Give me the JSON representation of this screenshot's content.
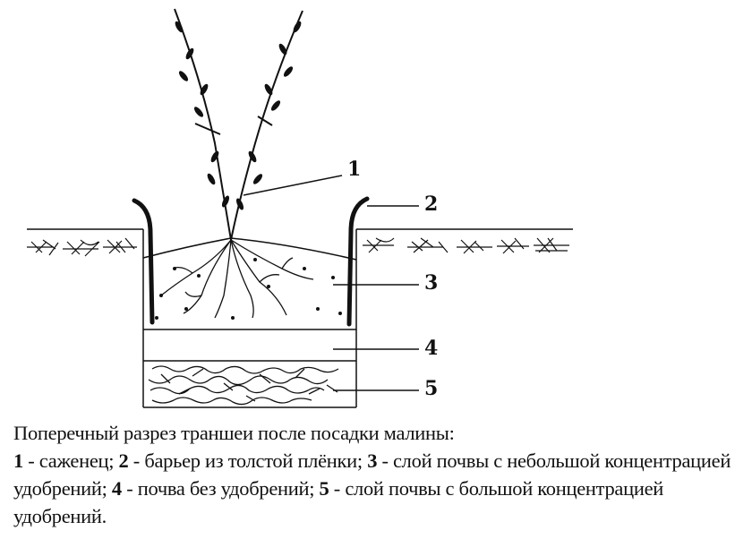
{
  "diagram": {
    "title": "Поперечный разрез траншеи после посадки малины",
    "labels": [
      "1",
      "2",
      "3",
      "4",
      "5"
    ]
  },
  "caption": {
    "title": "Поперечный разрез траншеи после посадки малины:",
    "items": [
      {
        "num": "1",
        "text": " - саженец; "
      },
      {
        "num": "2",
        "text": " - барьер из толстой плёнки; "
      },
      {
        "num": "3",
        "text": " - слой почвы с небольшой концентрацией удобрений; "
      },
      {
        "num": "4",
        "text": " - почва без удобрений; "
      },
      {
        "num": "5",
        "text": " - слой почвы с большой концентрацией удобрений."
      }
    ]
  }
}
